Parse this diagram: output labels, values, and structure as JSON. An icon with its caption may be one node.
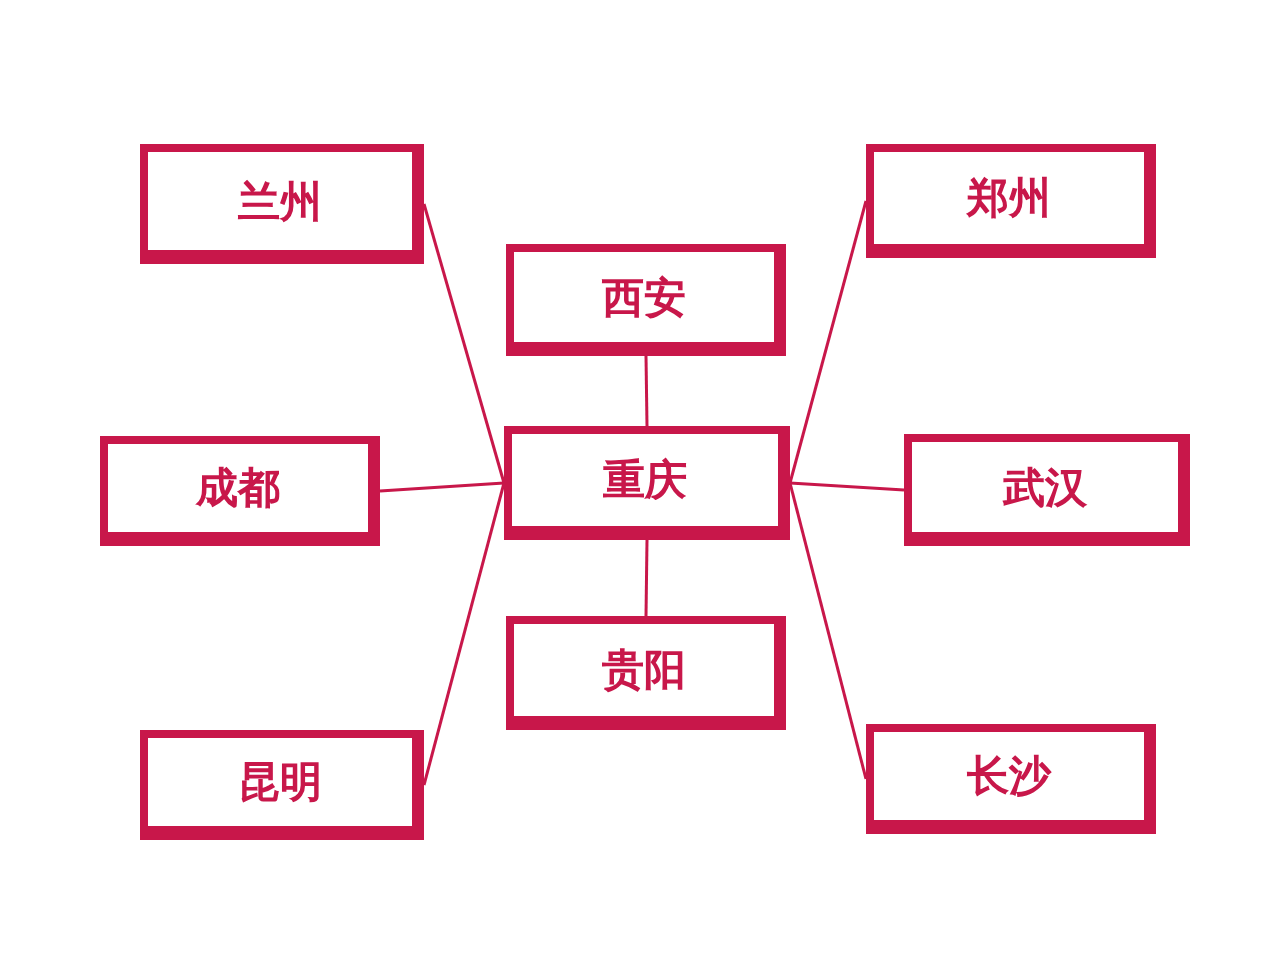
{
  "diagram": {
    "nodes": [
      {
        "text": [
          "兰州"
        ]
      },
      {
        "text": [
          "郑州"
        ]
      },
      {
        "text": [
          "西安"
        ]
      },
      {
        "text": [
          "成都"
        ]
      },
      {
        "text": [
          "重庆"
        ]
      },
      {
        "text": [
          "武汉"
        ]
      },
      {
        "text": [
          "贵阳"
        ]
      },
      {
        "text": [
          "昆明"
        ]
      },
      {
        "text": [
          "长沙"
        ]
      }
    ],
    "edges": [
      {
        "from": 4,
        "to": 0,
        "arrow": "none"
      },
      {
        "from": 4,
        "to": 1,
        "arrow": "none"
      },
      {
        "from": 4,
        "to": 2,
        "arrow": "none"
      },
      {
        "from": 4,
        "to": 3,
        "arrow": "none"
      },
      {
        "from": 4,
        "to": 5,
        "arrow": "none"
      },
      {
        "from": 4,
        "to": 6,
        "arrow": "none"
      },
      {
        "from": 4,
        "to": 7,
        "arrow": "none"
      },
      {
        "from": 4,
        "to": 8,
        "arrow": "none"
      }
    ]
  }
}
